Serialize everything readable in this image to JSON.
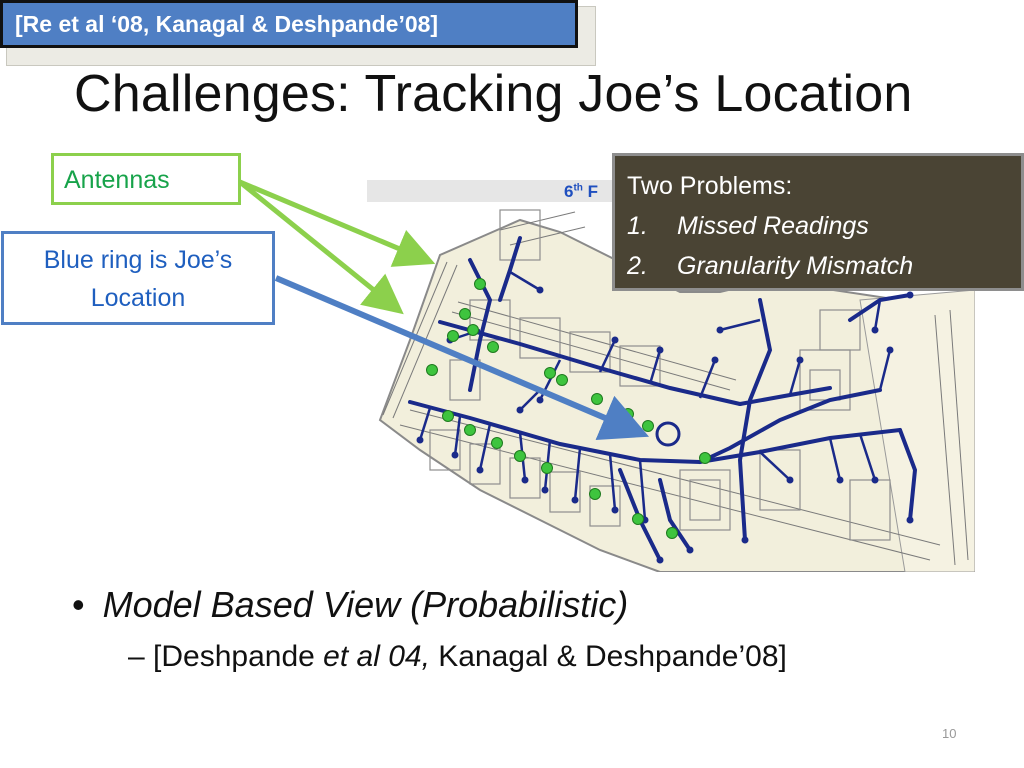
{
  "citation": "[Re et al ‘08, Kanagal & Deshpande’08]",
  "title": "Challenges: Tracking Joe’s Location",
  "floor_label_num": "6",
  "floor_label_sup": "th",
  "floor_label_rest": " F",
  "callouts": {
    "antennas": "Antennas",
    "blue_ring_line1": "Blue ring is Joe’s",
    "blue_ring_line2": "Location"
  },
  "problems": {
    "heading": "Two Problems:",
    "items": [
      {
        "num": "1.",
        "text": "Missed Readings"
      },
      {
        "num": "2.",
        "text": "Granularity Mismatch"
      }
    ]
  },
  "bullets": {
    "main": "Model Based View (Probabilistic)",
    "sub_prefix": "– [Deshpande ",
    "sub_italic": "et al 04,",
    "sub_suffix": " Kanagal & Deshpande’08]"
  },
  "slide_number": "10",
  "colors": {
    "citation_bg": "#4f7fc4",
    "antenna_green": "#3ec43e",
    "arrow_green": "#8cd04c",
    "arrow_blue": "#4f7fc4",
    "network_blue": "#1a2a8a",
    "problems_bg": "#4a4434"
  }
}
